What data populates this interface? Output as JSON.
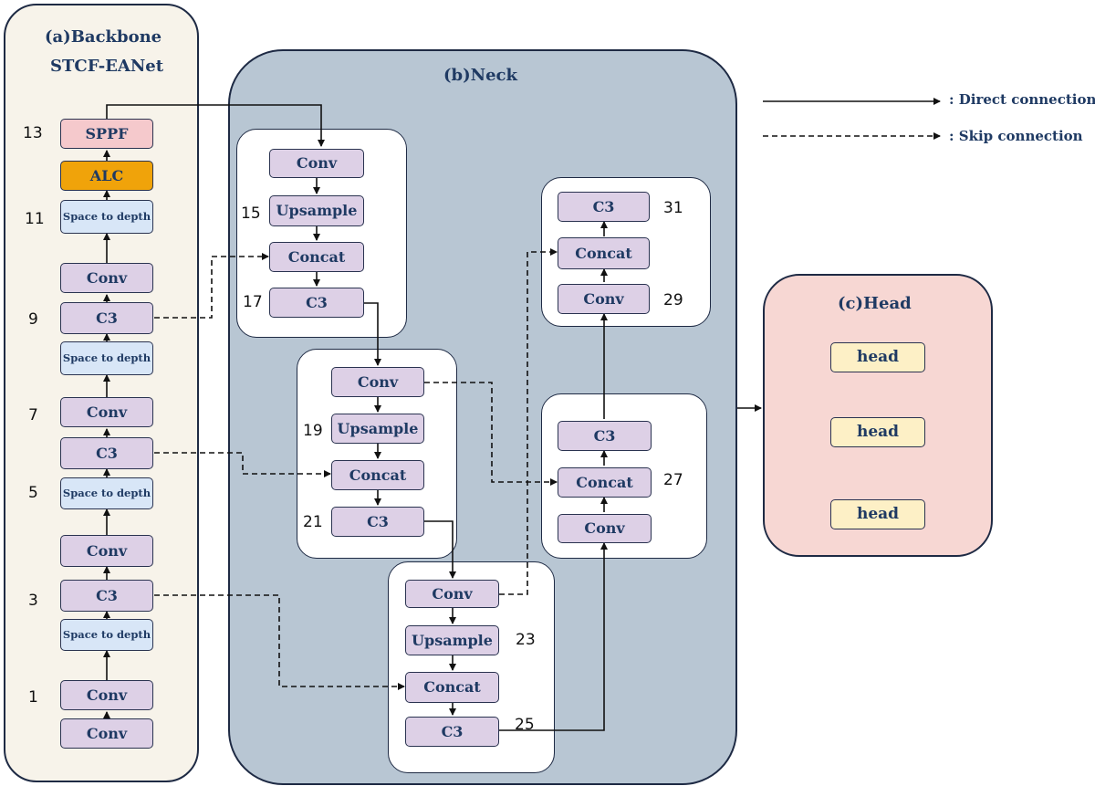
{
  "backbone": {
    "title": "(a)Backbone",
    "subtitle": "STCF-EANet",
    "blocks": {
      "sppf": "SPPF",
      "alc": "ALC",
      "s2d_4": "Space to depth",
      "conv_4": "Conv",
      "c3_4": "C3",
      "s2d_3": "Space to depth",
      "conv_3": "Conv",
      "c3_3": "C3",
      "s2d_2": "Space to depth",
      "conv_2": "Conv",
      "c3_2": "C3",
      "s2d_1": "Space to depth",
      "conv_1b": "Conv",
      "conv_1a": "Conv"
    },
    "numbers": {
      "n13": "13",
      "n11": "11",
      "n9": "9",
      "n7": "7",
      "n5": "5",
      "n3": "3",
      "n1": "1"
    }
  },
  "neck": {
    "title": "(b)Neck",
    "group1": {
      "conv": "Conv",
      "upsample": "Upsample",
      "concat": "Concat",
      "c3": "C3",
      "n15": "15",
      "n17": "17"
    },
    "group2": {
      "conv": "Conv",
      "upsample": "Upsample",
      "concat": "Concat",
      "c3": "C3",
      "n19": "19",
      "n21": "21"
    },
    "group3": {
      "conv": "Conv",
      "upsample": "Upsample",
      "concat": "Concat",
      "c3": "C3",
      "n23": "23",
      "n25": "25"
    },
    "group4": {
      "conv": "Conv",
      "concat": "Concat",
      "c3": "C3",
      "n27": "27"
    },
    "group5": {
      "conv": "Conv",
      "concat": "Concat",
      "c3": "C3",
      "n29": "29",
      "n31": "31"
    }
  },
  "head": {
    "title": "(c)Head",
    "items": [
      "head",
      "head",
      "head"
    ]
  },
  "legend": {
    "direct": ": Direct connection",
    "skip": ": Skip connection"
  }
}
